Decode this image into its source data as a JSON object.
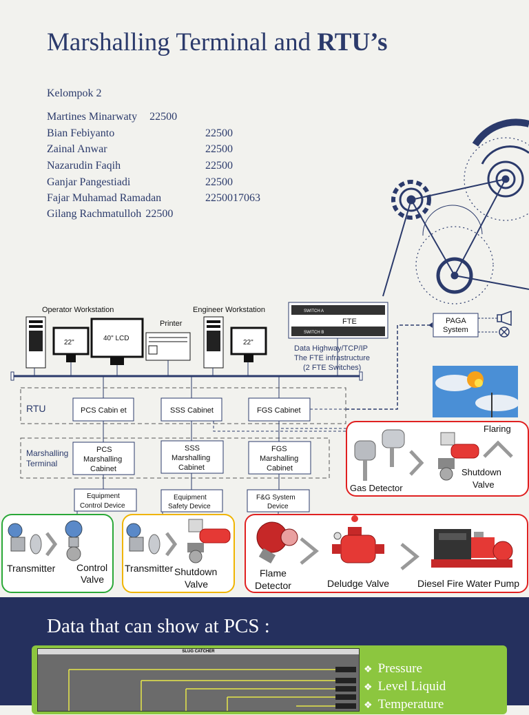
{
  "title": {
    "main": "Marshalling Terminal and ",
    "bold": "RTU’s"
  },
  "group": "Kelompok 2",
  "members": [
    {
      "name": "Martines Minarwaty",
      "nim": "22500"
    },
    {
      "name": "Bian Febiyanto",
      "nim": "22500"
    },
    {
      "name": "Zainal Anwar",
      "nim": "22500"
    },
    {
      "name": "Nazarudin Faqih",
      "nim": "22500"
    },
    {
      "name": "Ganjar Pangestiadi",
      "nim": "22500"
    },
    {
      "name": "Fajar Muhamad Ramadan",
      "nim": "2250017063"
    },
    {
      "name": "Gilang Rachmatulloh",
      "nim": "22500"
    }
  ],
  "diagram": {
    "operator_workstation": "Operator Workstation",
    "engineer_workstation": "Engineer Workstation",
    "printer": "Printer",
    "monitor_22": "22\"",
    "monitor_40": "40\" LCD",
    "switch_a": "SWITCH A",
    "switch_b": "SWITCH B",
    "fte": "FTE",
    "fte_caption": [
      "Data Highway/TCP/IP",
      "The FTE infrastructure",
      "(2 FTE Switches)"
    ],
    "paga": [
      "PAGA",
      "System"
    ],
    "rtu": "RTU",
    "pcs_cabinet": "PCS Cabin et",
    "sss_cabinet": "SSS Cabinet",
    "fgs_cabinet": "FGS Cabinet",
    "marshalling_terminal": [
      "Marshalling",
      "Terminal"
    ],
    "pcs_marshalling": [
      "PCS",
      "Marshalling",
      "Cabinet"
    ],
    "sss_marshalling": [
      "SSS",
      "Marshalling",
      "Cabinet"
    ],
    "fgs_marshalling": [
      "FGS",
      "Marshalling",
      "Cabinet"
    ],
    "equipment_control": [
      "Equipment",
      "Control Device"
    ],
    "equipment_safety": [
      "Equipment",
      "Safety Device"
    ],
    "fg_system": [
      "F&G System",
      "Device"
    ],
    "gas_detector": "Gas Detector",
    "shutdown_valve_right": [
      "Shutdown",
      "Valve"
    ],
    "flaring": "Flaring",
    "transmitter_1": "Transmitter",
    "control_valve": [
      "Control",
      "Valve"
    ],
    "transmitter_2": "Transmitter",
    "shutdown_valve_mid": [
      "Shutdown",
      "Valve"
    ],
    "flame_detector": [
      "Flame",
      "Detector"
    ],
    "deluge_valve": "Deludge Valve",
    "diesel_pump": "Diesel Fire Water Pump"
  },
  "bottom": {
    "title": "Data that can show at PCS :",
    "screen_title": "SLUG CATCHER",
    "bullets": [
      "Pressure",
      "Level Liquid",
      "Temperature"
    ],
    "bullet_mark": "❖"
  },
  "colors": {
    "title": "#2b3a6b",
    "bottom_bg": "#25305e",
    "green_panel": "#8cc63f",
    "red_group": "#e02020",
    "green_group": "#2aa837",
    "yellow_group": "#f0b400"
  }
}
